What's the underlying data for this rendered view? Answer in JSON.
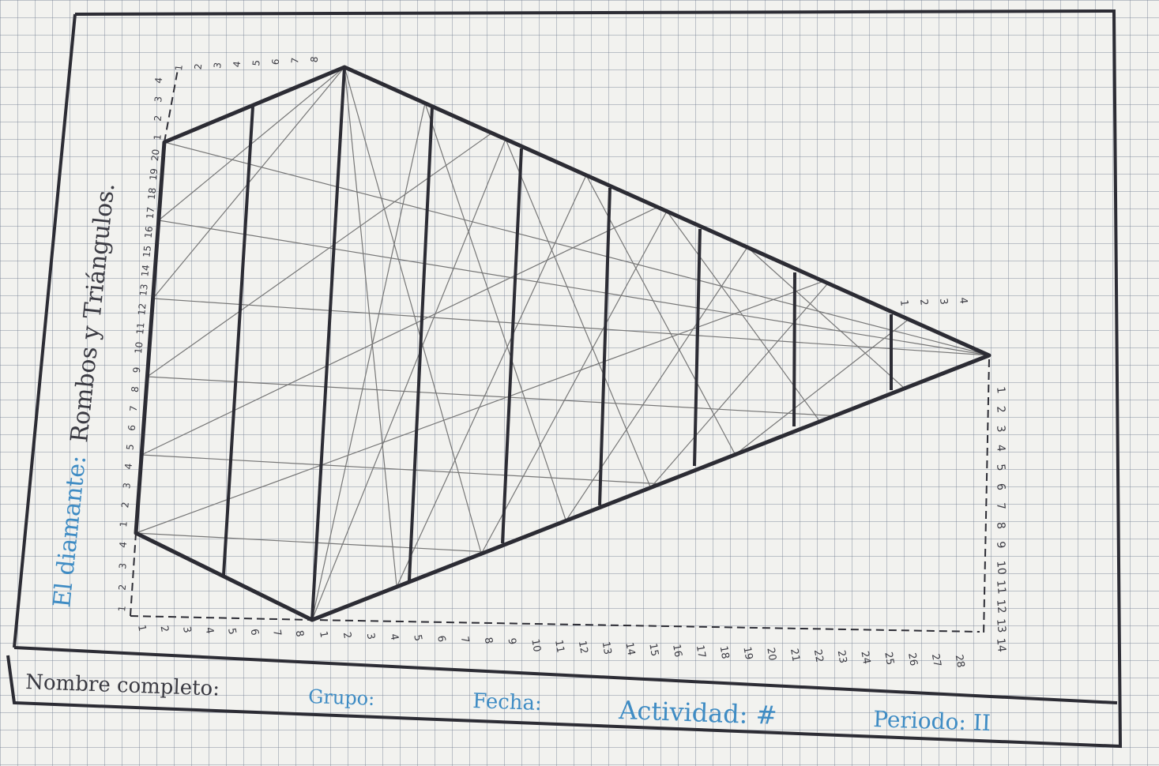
{
  "title_prefix": "El diamante:",
  "title_rest": "Rombos y Triángulos.",
  "footer": {
    "name_label": "Nombre completo:",
    "group_label": "Grupo:",
    "date_label": "Fecha:",
    "activity_label": "Actividad: #",
    "period_label": "Periodo: II"
  },
  "colors": {
    "ink": "#2c2c34",
    "blue_ink": "#3f8cc4",
    "thin_line": "#777777"
  },
  "ruler_bottom": [
    "1",
    "2",
    "3",
    "4",
    "5",
    "6",
    "7",
    "8",
    "1",
    "2",
    "3",
    "4",
    "5",
    "6",
    "7",
    "8",
    "9",
    "10",
    "11",
    "12",
    "13",
    "14",
    "15",
    "16",
    "17",
    "18",
    "19",
    "20",
    "21",
    "22",
    "23",
    "24",
    "25",
    "26",
    "27",
    "28"
  ],
  "ruler_left": [
    "1",
    "2",
    "3",
    "4",
    "1",
    "2",
    "3",
    "4",
    "5",
    "6",
    "7",
    "8",
    "9",
    "10",
    "11",
    "12",
    "13",
    "14",
    "15",
    "16",
    "17",
    "18",
    "19",
    "20",
    "1",
    "2",
    "3",
    "4"
  ],
  "ruler_top_right": [
    "1",
    "2",
    "3",
    "4",
    "5",
    "6",
    "7",
    "8"
  ],
  "ruler_right": [
    "1",
    "2",
    "3",
    "4",
    "5",
    "6",
    "7",
    "8",
    "9",
    "10",
    "11",
    "12",
    "13",
    "14"
  ],
  "tip_marks": [
    "1",
    "2",
    "3",
    "4"
  ]
}
